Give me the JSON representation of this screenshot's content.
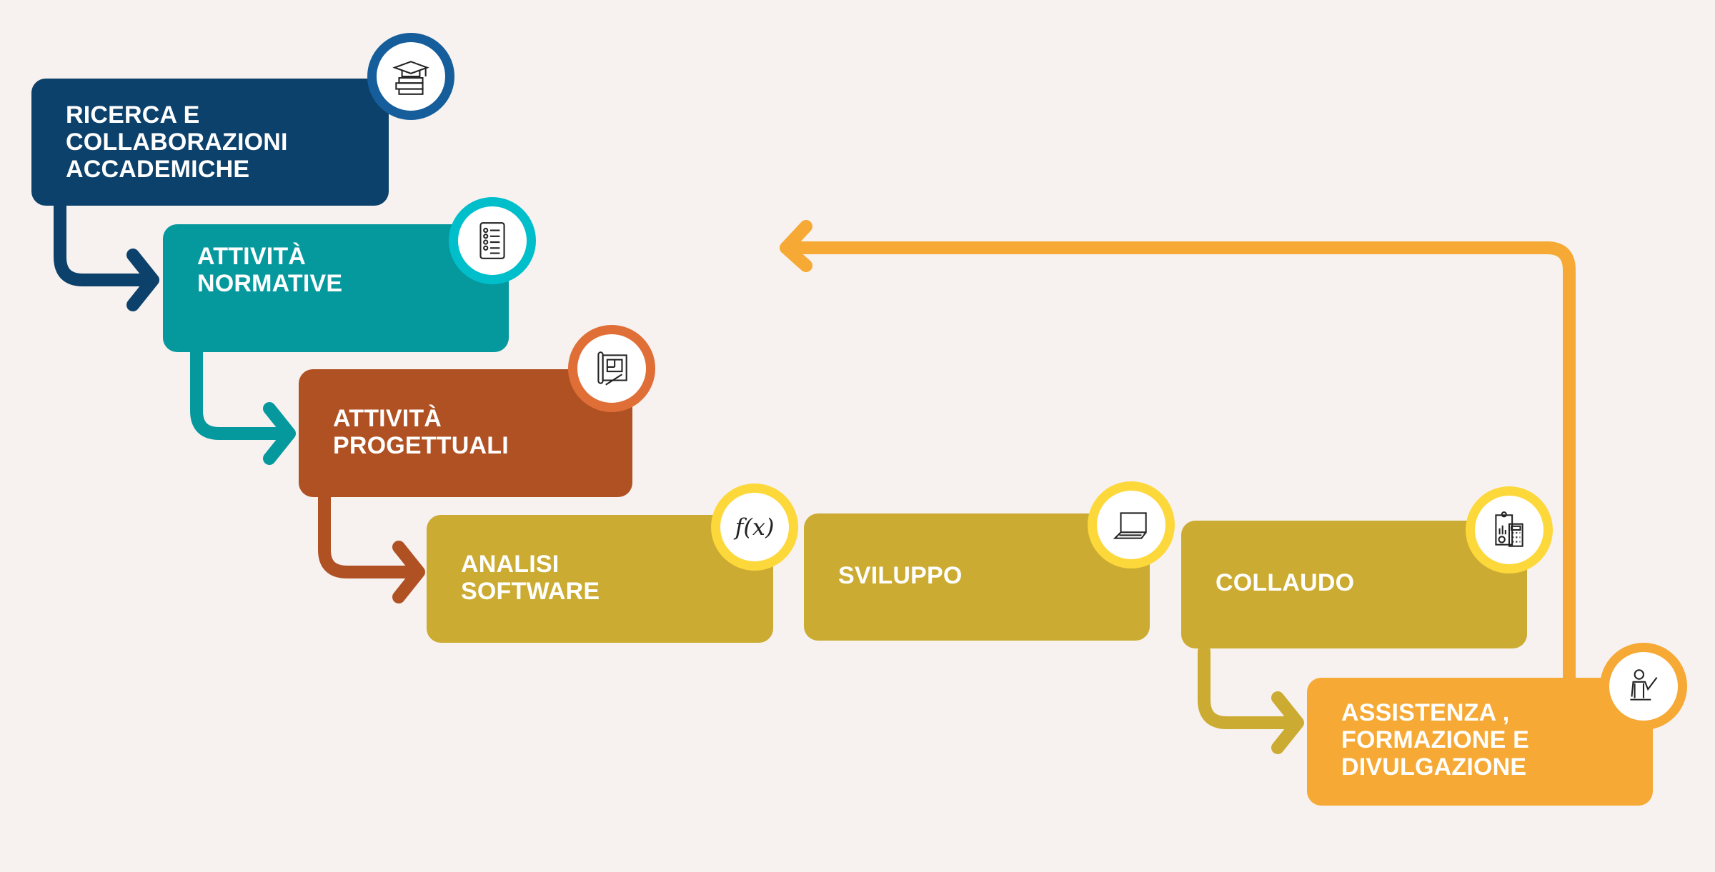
{
  "colors": {
    "background": "#f7f2ef",
    "ricerca": "#0c416b",
    "ricerca_ring": "#155e9b",
    "normative": "#05999e",
    "normative_ring": "#00bfcb",
    "progettuali": "#b05124",
    "progettuali_ring": "#e06f37",
    "software": "#cbab31",
    "software_ring": "#fdd83a",
    "assistenza": "#f6a934"
  },
  "steps": [
    {
      "label": "RICERCA E\nCOLLABORAZIONI\nACCADEMICHE",
      "icon": "graduation-books-icon"
    },
    {
      "label": "ATTIVITÀ\nNORMATIVE",
      "icon": "checklist-icon"
    },
    {
      "label": "ATTIVITÀ\nPROGETTUALI",
      "icon": "blueprint-icon"
    },
    {
      "label": "ANALISI\nSOFTWARE",
      "icon": "function-icon",
      "icon_text": "f(x)"
    },
    {
      "label": "SVILUPPO",
      "icon": "laptop-icon"
    },
    {
      "label": "COLLAUDO",
      "icon": "clipboard-calculator-icon"
    },
    {
      "label": "ASSISTENZA ,\nFORMAZIONE E\nDIVULGAZIONE",
      "icon": "teacher-icon"
    }
  ]
}
